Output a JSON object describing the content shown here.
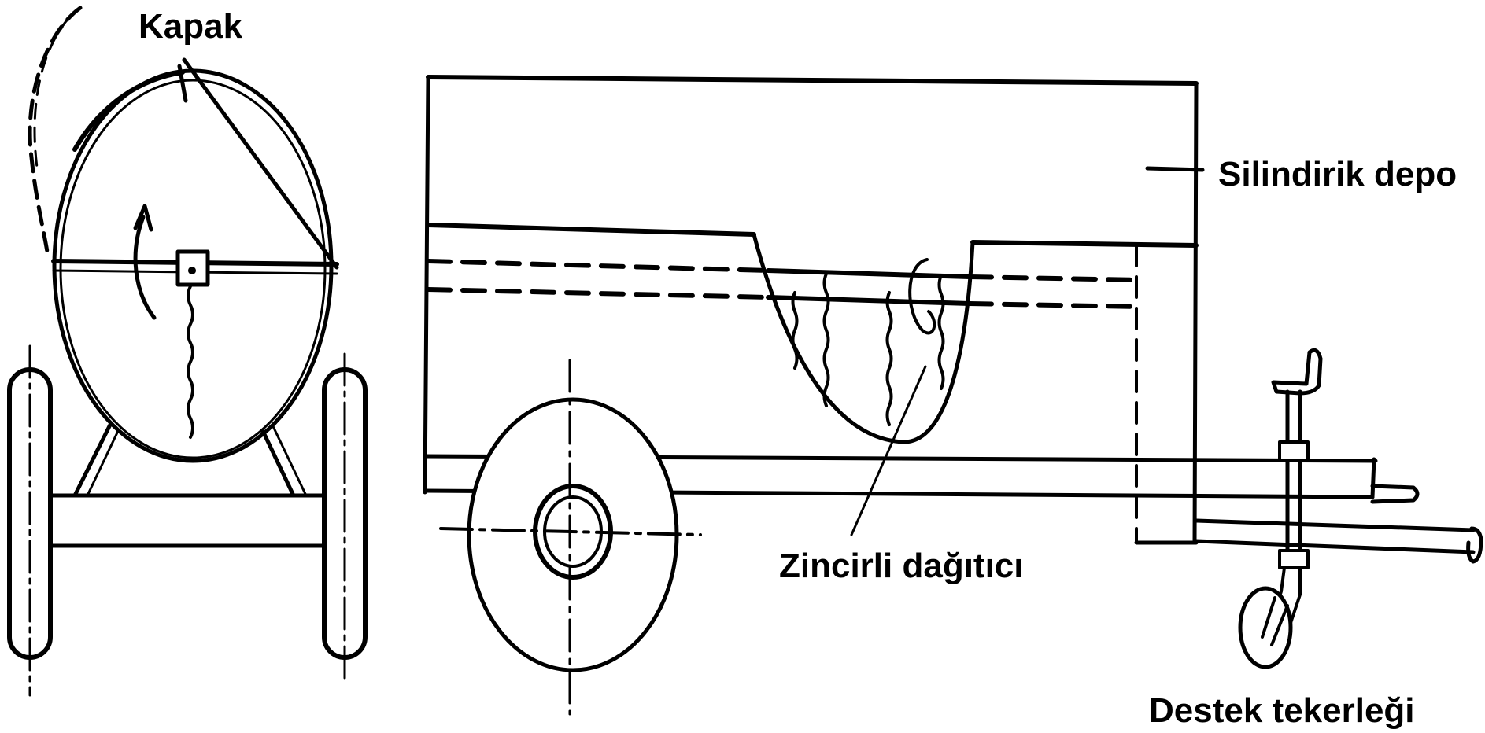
{
  "labels": {
    "lid": "Kapak",
    "tank": "Silindirik depo",
    "chain": "Zincirli dağıtıcı",
    "support_wheel": "Destek tekerleği"
  },
  "colors": {
    "ink": "#000000",
    "paper": "#ffffff"
  }
}
